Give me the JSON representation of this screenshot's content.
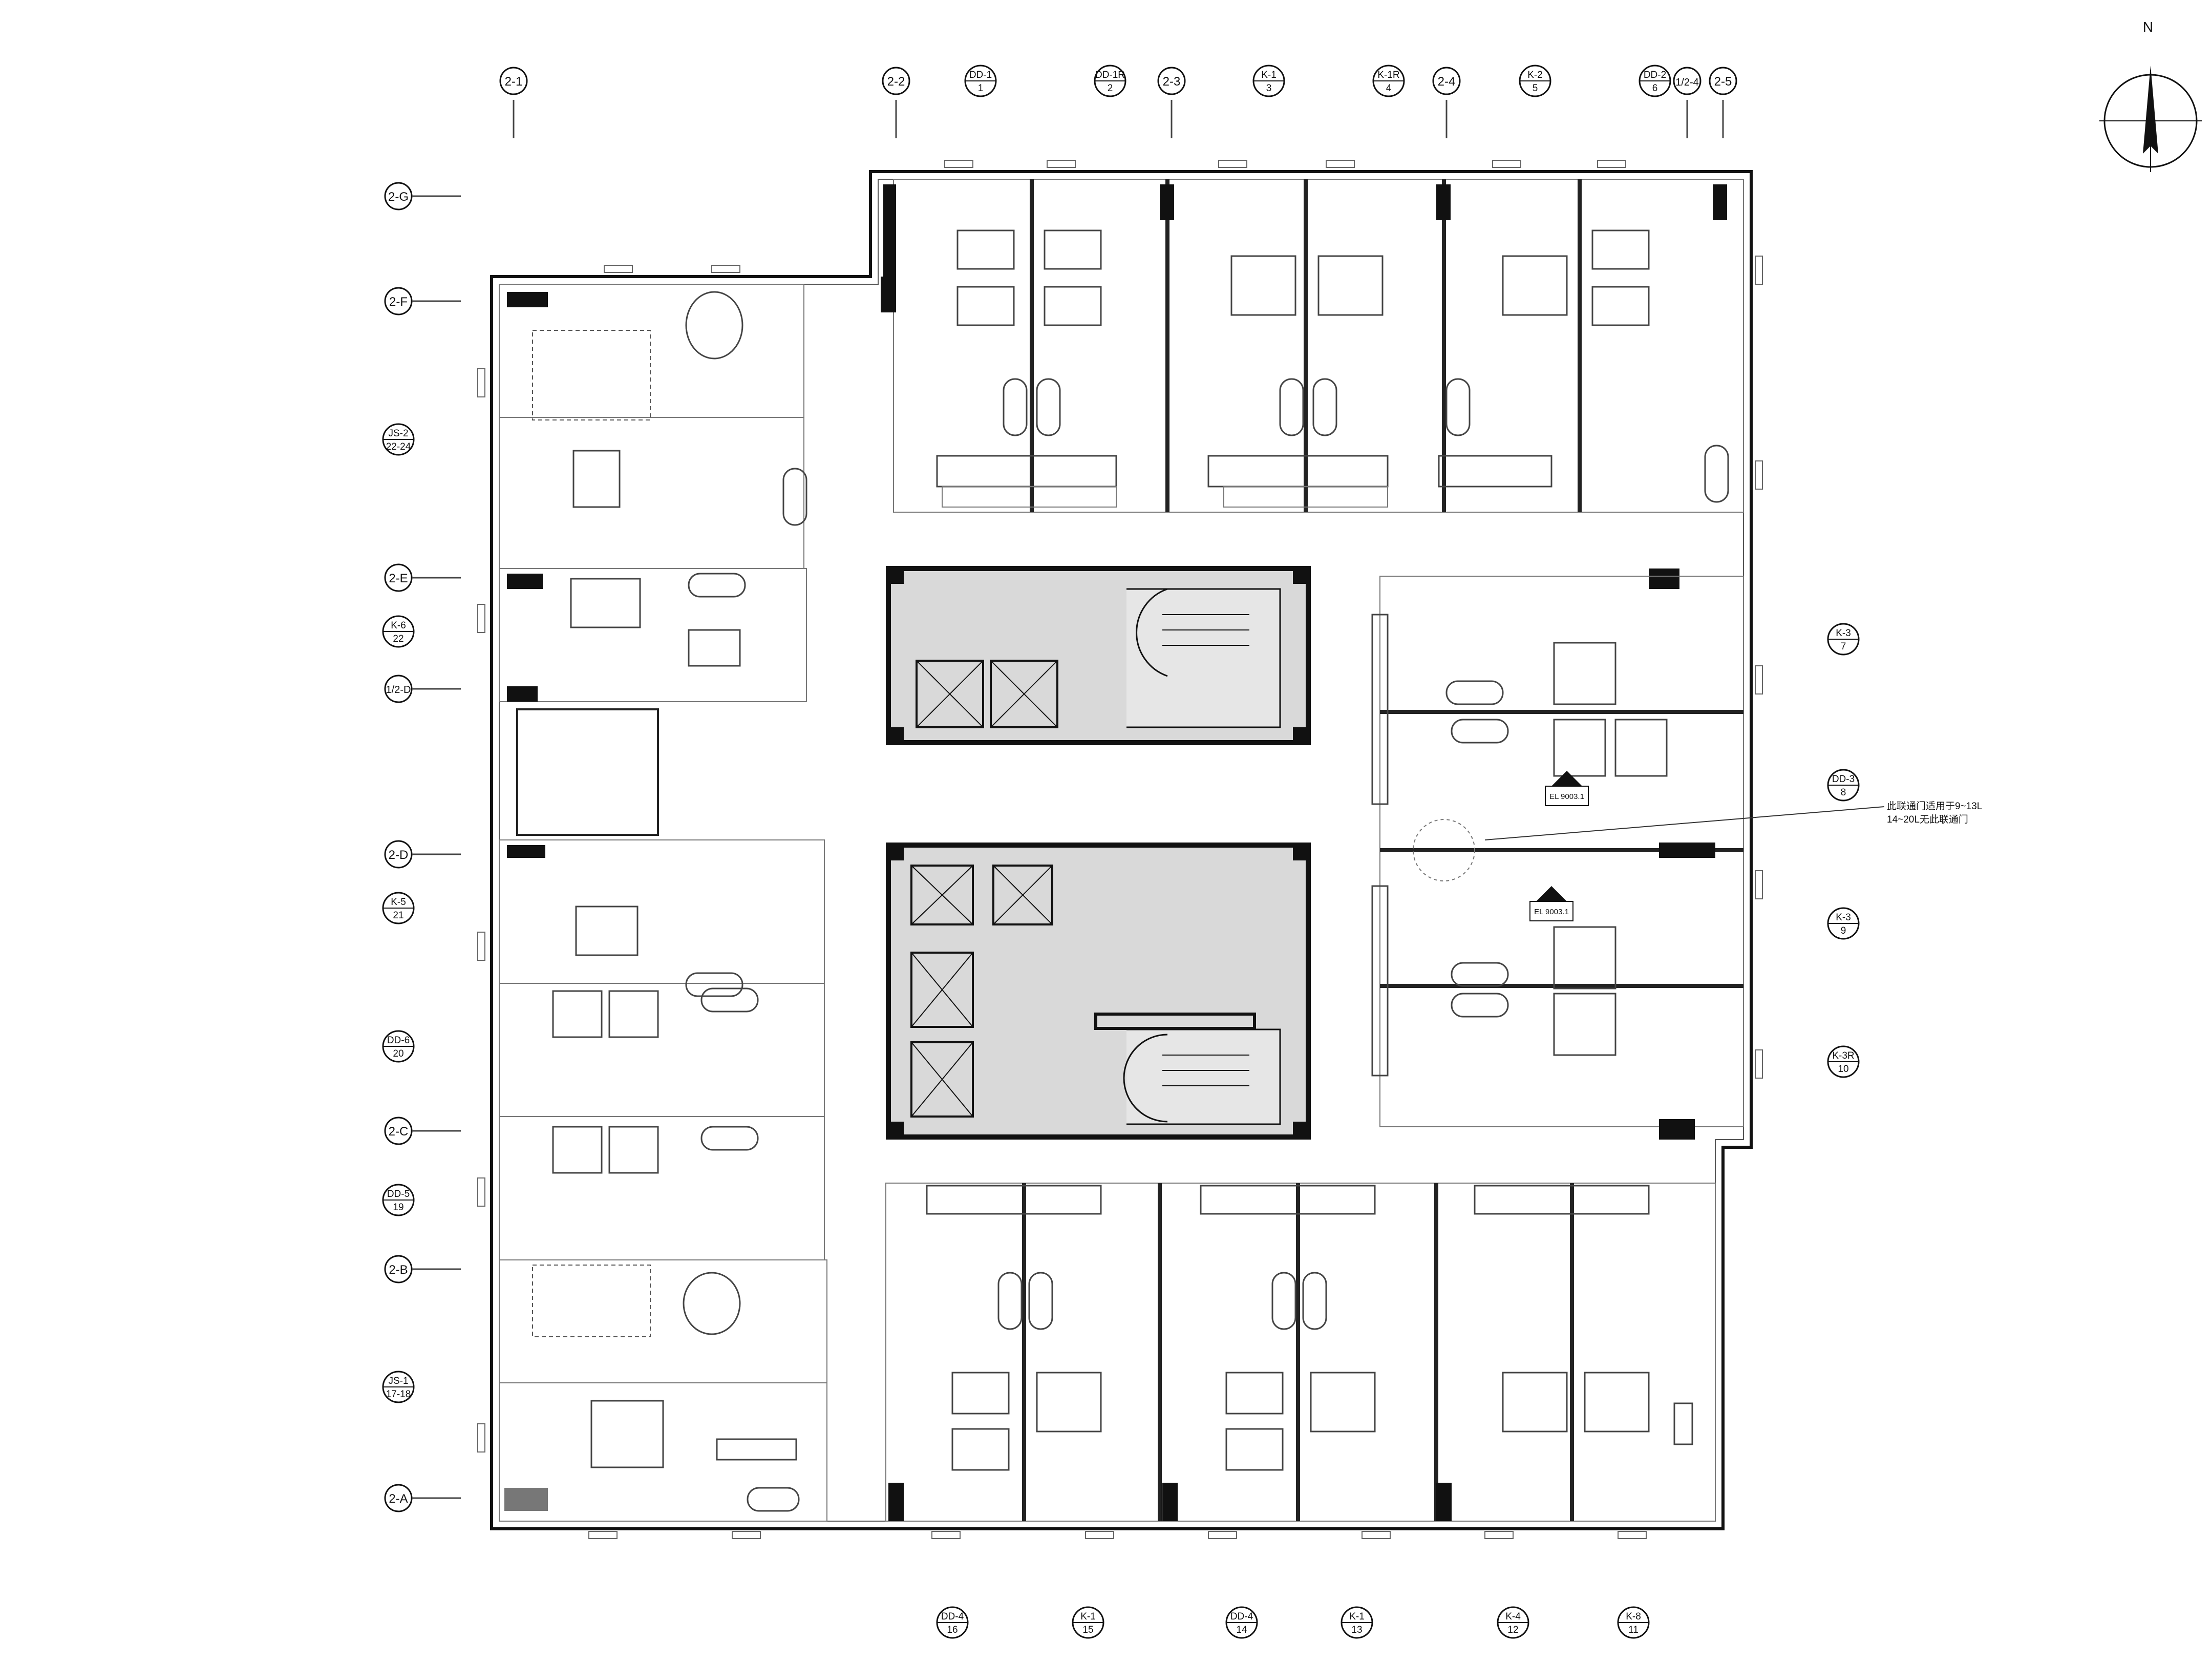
{
  "north_label": "N",
  "grid_top": [
    "2-1",
    "2-2",
    "2-3",
    "2-4",
    "1/2-4",
    "2-5"
  ],
  "grid_left": [
    "2-G",
    "2-F",
    "2-E",
    "1/2-D",
    "2-D",
    "2-C",
    "2-B",
    "2-A"
  ],
  "rooms_top": [
    {
      "type": "DD-1",
      "no": "1"
    },
    {
      "type": "DD-1R",
      "no": "2"
    },
    {
      "type": "K-1",
      "no": "3"
    },
    {
      "type": "K-1R",
      "no": "4"
    },
    {
      "type": "K-2",
      "no": "5"
    },
    {
      "type": "DD-2",
      "no": "6"
    }
  ],
  "rooms_right": [
    {
      "type": "K-3",
      "no": "7"
    },
    {
      "type": "DD-3",
      "no": "8"
    },
    {
      "type": "K-3",
      "no": "9"
    },
    {
      "type": "K-3R",
      "no": "10"
    }
  ],
  "rooms_left": [
    {
      "type": "JS-2",
      "no": "22-24"
    },
    {
      "type": "K-6",
      "no": "22"
    },
    {
      "type": "K-5",
      "no": "21"
    },
    {
      "type": "DD-6",
      "no": "20"
    },
    {
      "type": "DD-5",
      "no": "19"
    },
    {
      "type": "JS-1",
      "no": "17-18"
    }
  ],
  "rooms_bottom": [
    {
      "type": "DD-4",
      "no": "16"
    },
    {
      "type": "K-1",
      "no": "15"
    },
    {
      "type": "DD-4",
      "no": "14"
    },
    {
      "type": "K-1",
      "no": "13"
    },
    {
      "type": "K-4",
      "no": "12"
    },
    {
      "type": "K-8",
      "no": "11"
    }
  ],
  "note": {
    "line1": "此联通门适用于9~13L",
    "line2": "14~20L无此联通门"
  },
  "elevation_tags": [
    "EL 9003.1",
    "EL 9003.1"
  ]
}
